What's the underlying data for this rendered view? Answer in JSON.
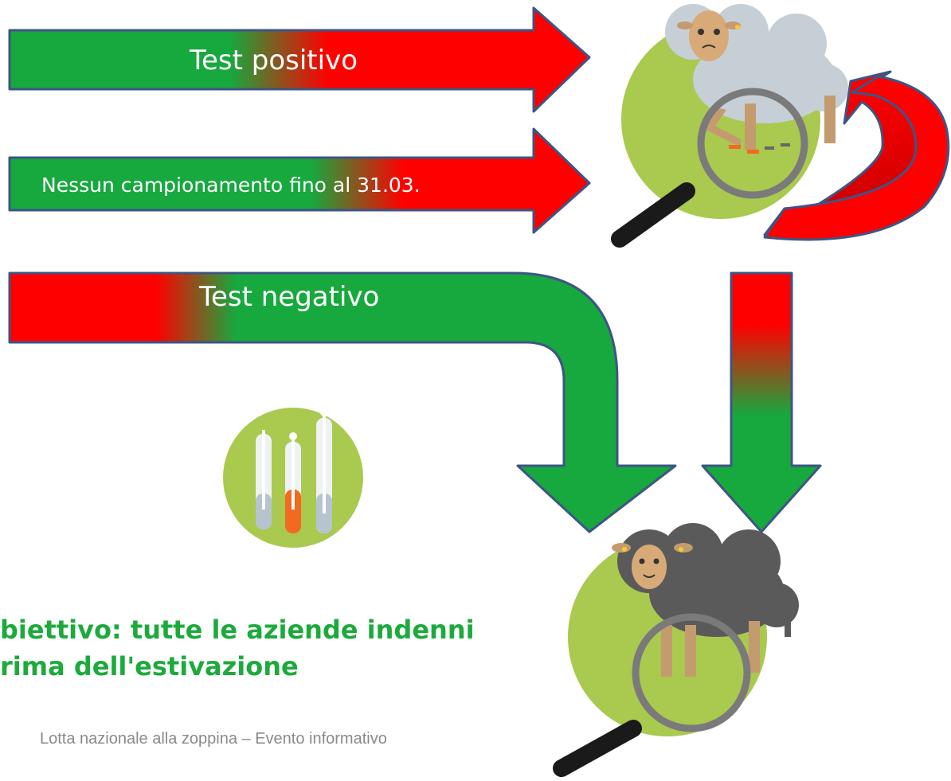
{
  "arrows": {
    "positive_label": "Test positivo",
    "no_sampling_label": "Nessun campionamento fino al 31.03.",
    "negative_label": "Test negativo"
  },
  "objective": {
    "line1": "biettivo: tutte le aziende indenni",
    "line2": "rima dell'estivazione"
  },
  "footer": "Lotta nazionale alla zoppina – Evento informativo",
  "colors": {
    "green": "#17a83e",
    "red": "#ff0000",
    "dark_red": "#c40000",
    "outline": "#3d5585",
    "circle_green": "#a9c94f",
    "objective_text": "#1daa3c",
    "healthy_wool": "#5a5a5a",
    "sick_wool": "#c6cfd6"
  },
  "icons": {
    "sick_sheep": "sick-sheep-icon",
    "healthy_sheep": "healthy-sheep-icon",
    "magnifier": "magnifier-icon",
    "test_tubes": "test-tubes-icon",
    "cycle_arrow": "curved-return-arrow-icon"
  }
}
